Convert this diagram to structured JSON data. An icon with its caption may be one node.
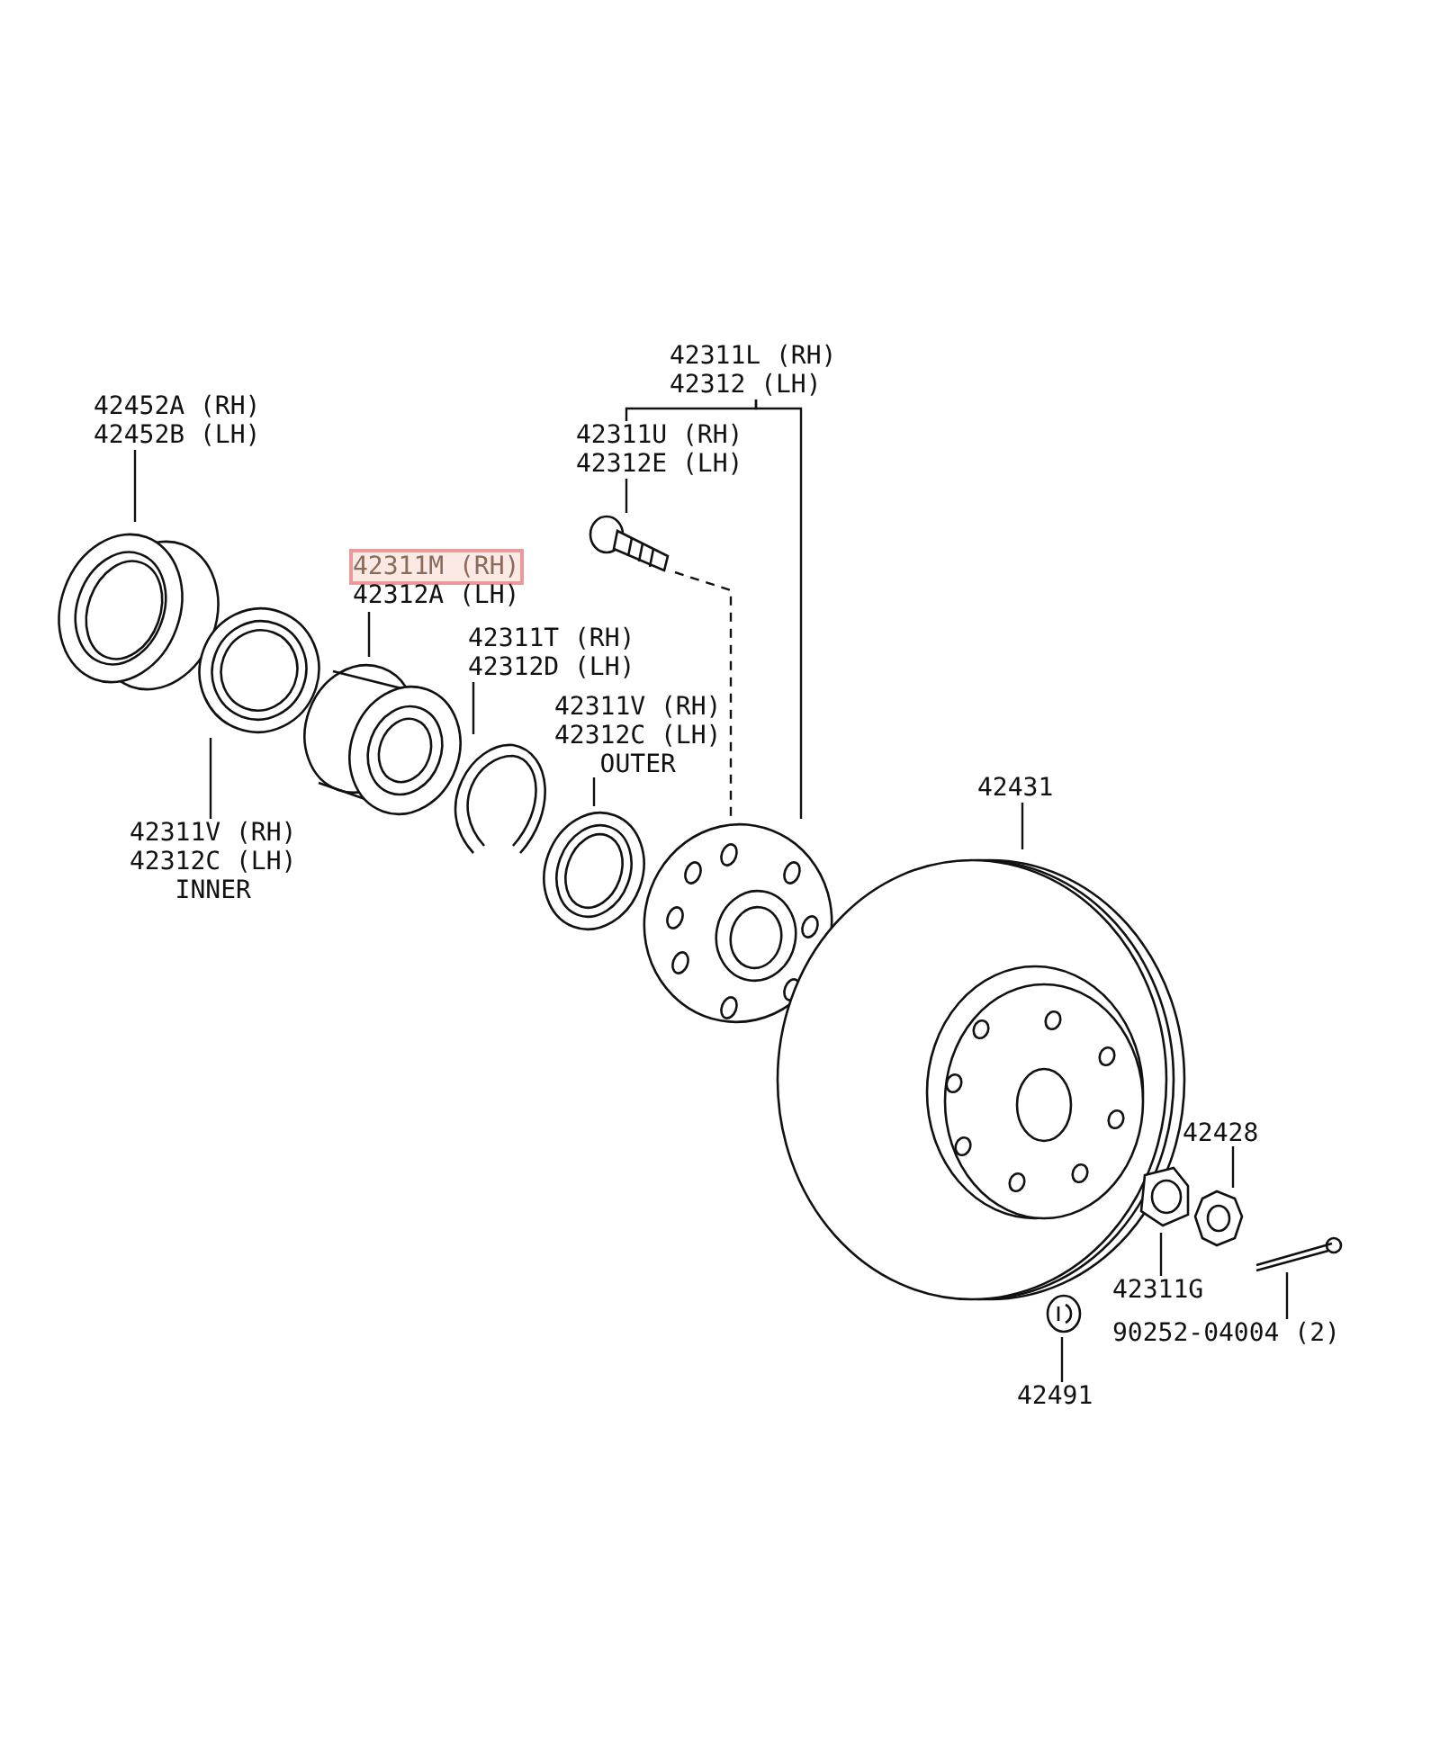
{
  "diagram": {
    "nodes": [
      {
        "text": [
          "42311L (RH)",
          "42312 (LH)"
        ]
      },
      {
        "text": [
          "42452A (RH)",
          "42452B (LH)"
        ]
      },
      {
        "text": [
          "42311U (RH)",
          "42312E (LH)"
        ]
      },
      {
        "text": [
          "42311M (RH)",
          "42312A (LH)"
        ]
      },
      {
        "text": [
          "42311T (RH)",
          "42312D (LH)"
        ]
      },
      {
        "text": [
          "42311V (RH)",
          "42312C (LH)",
          "OUTER"
        ]
      },
      {
        "text": [
          "42431"
        ]
      },
      {
        "text": [
          "42311V (RH)",
          "42312C (LH)",
          "INNER"
        ]
      },
      {
        "text": [
          "42428"
        ]
      },
      {
        "text": [
          "42311G"
        ]
      },
      {
        "text": [
          "90252-04004 (2)"
        ]
      },
      {
        "text": [
          "42491"
        ]
      },
      {
        "text": [],
        "shape": "picture"
      },
      {
        "text": [],
        "shape": "picture"
      },
      {
        "text": [],
        "shape": "picture"
      },
      {
        "text": [],
        "shape": "picture"
      },
      {
        "text": [],
        "shape": "picture"
      },
      {
        "text": [],
        "shape": "picture"
      },
      {
        "text": [],
        "shape": "picture"
      },
      {
        "text": [],
        "shape": "picture"
      },
      {
        "text": [],
        "shape": "picture"
      },
      {
        "text": [],
        "shape": "picture"
      },
      {
        "text": [],
        "shape": "picture"
      },
      {
        "text": [],
        "shape": "picture"
      }
    ],
    "edges": [
      {
        "from": 0,
        "to": 18,
        "arrow": "none"
      },
      {
        "from": 0,
        "to": 2,
        "arrow": "none"
      },
      {
        "from": 2,
        "to": 17,
        "arrow": "none"
      },
      {
        "from": 1,
        "to": 12,
        "arrow": "none"
      },
      {
        "from": 3,
        "to": 14,
        "arrow": "none"
      },
      {
        "from": 4,
        "to": 15,
        "arrow": "none"
      },
      {
        "from": 5,
        "to": 16,
        "arrow": "none"
      },
      {
        "from": 7,
        "to": 13,
        "arrow": "none"
      },
      {
        "from": 6,
        "to": 19,
        "arrow": "none"
      },
      {
        "from": 8,
        "to": 21,
        "arrow": "none"
      },
      {
        "from": 9,
        "to": 20,
        "arrow": "none"
      },
      {
        "from": 10,
        "to": 22,
        "arrow": "none"
      },
      {
        "from": 11,
        "to": 23,
        "arrow": "none"
      },
      {
        "from": 17,
        "to": 18,
        "arrow": "none",
        "style": "dashed"
      }
    ]
  }
}
